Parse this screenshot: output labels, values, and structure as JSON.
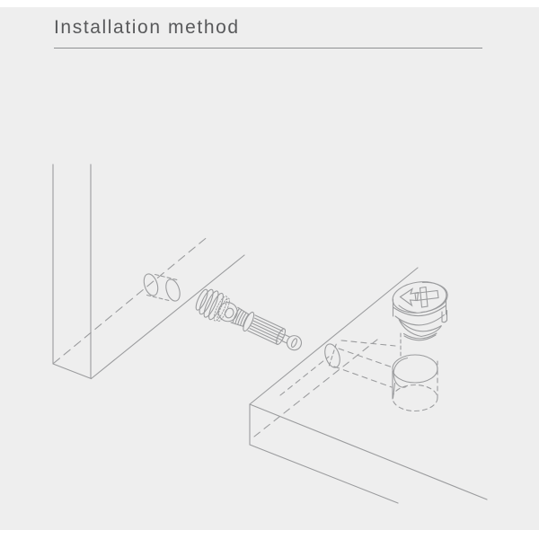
{
  "header": {
    "title": "Installation method"
  },
  "colors": {
    "page_background": "#ffffff",
    "canvas_background": "#eeeeee",
    "title_text": "#58595b",
    "underline": "#8f9092",
    "line_art": "#9b9c9e"
  },
  "diagram": {
    "line_color": "#9b9c9e",
    "parts": [
      "vertical-panel",
      "panel-dowel-hole",
      "cam-bolt-dowel",
      "board-panel",
      "board-edge-hole",
      "bolt-channel",
      "cam-hole",
      "cam-lock-fitting"
    ]
  }
}
